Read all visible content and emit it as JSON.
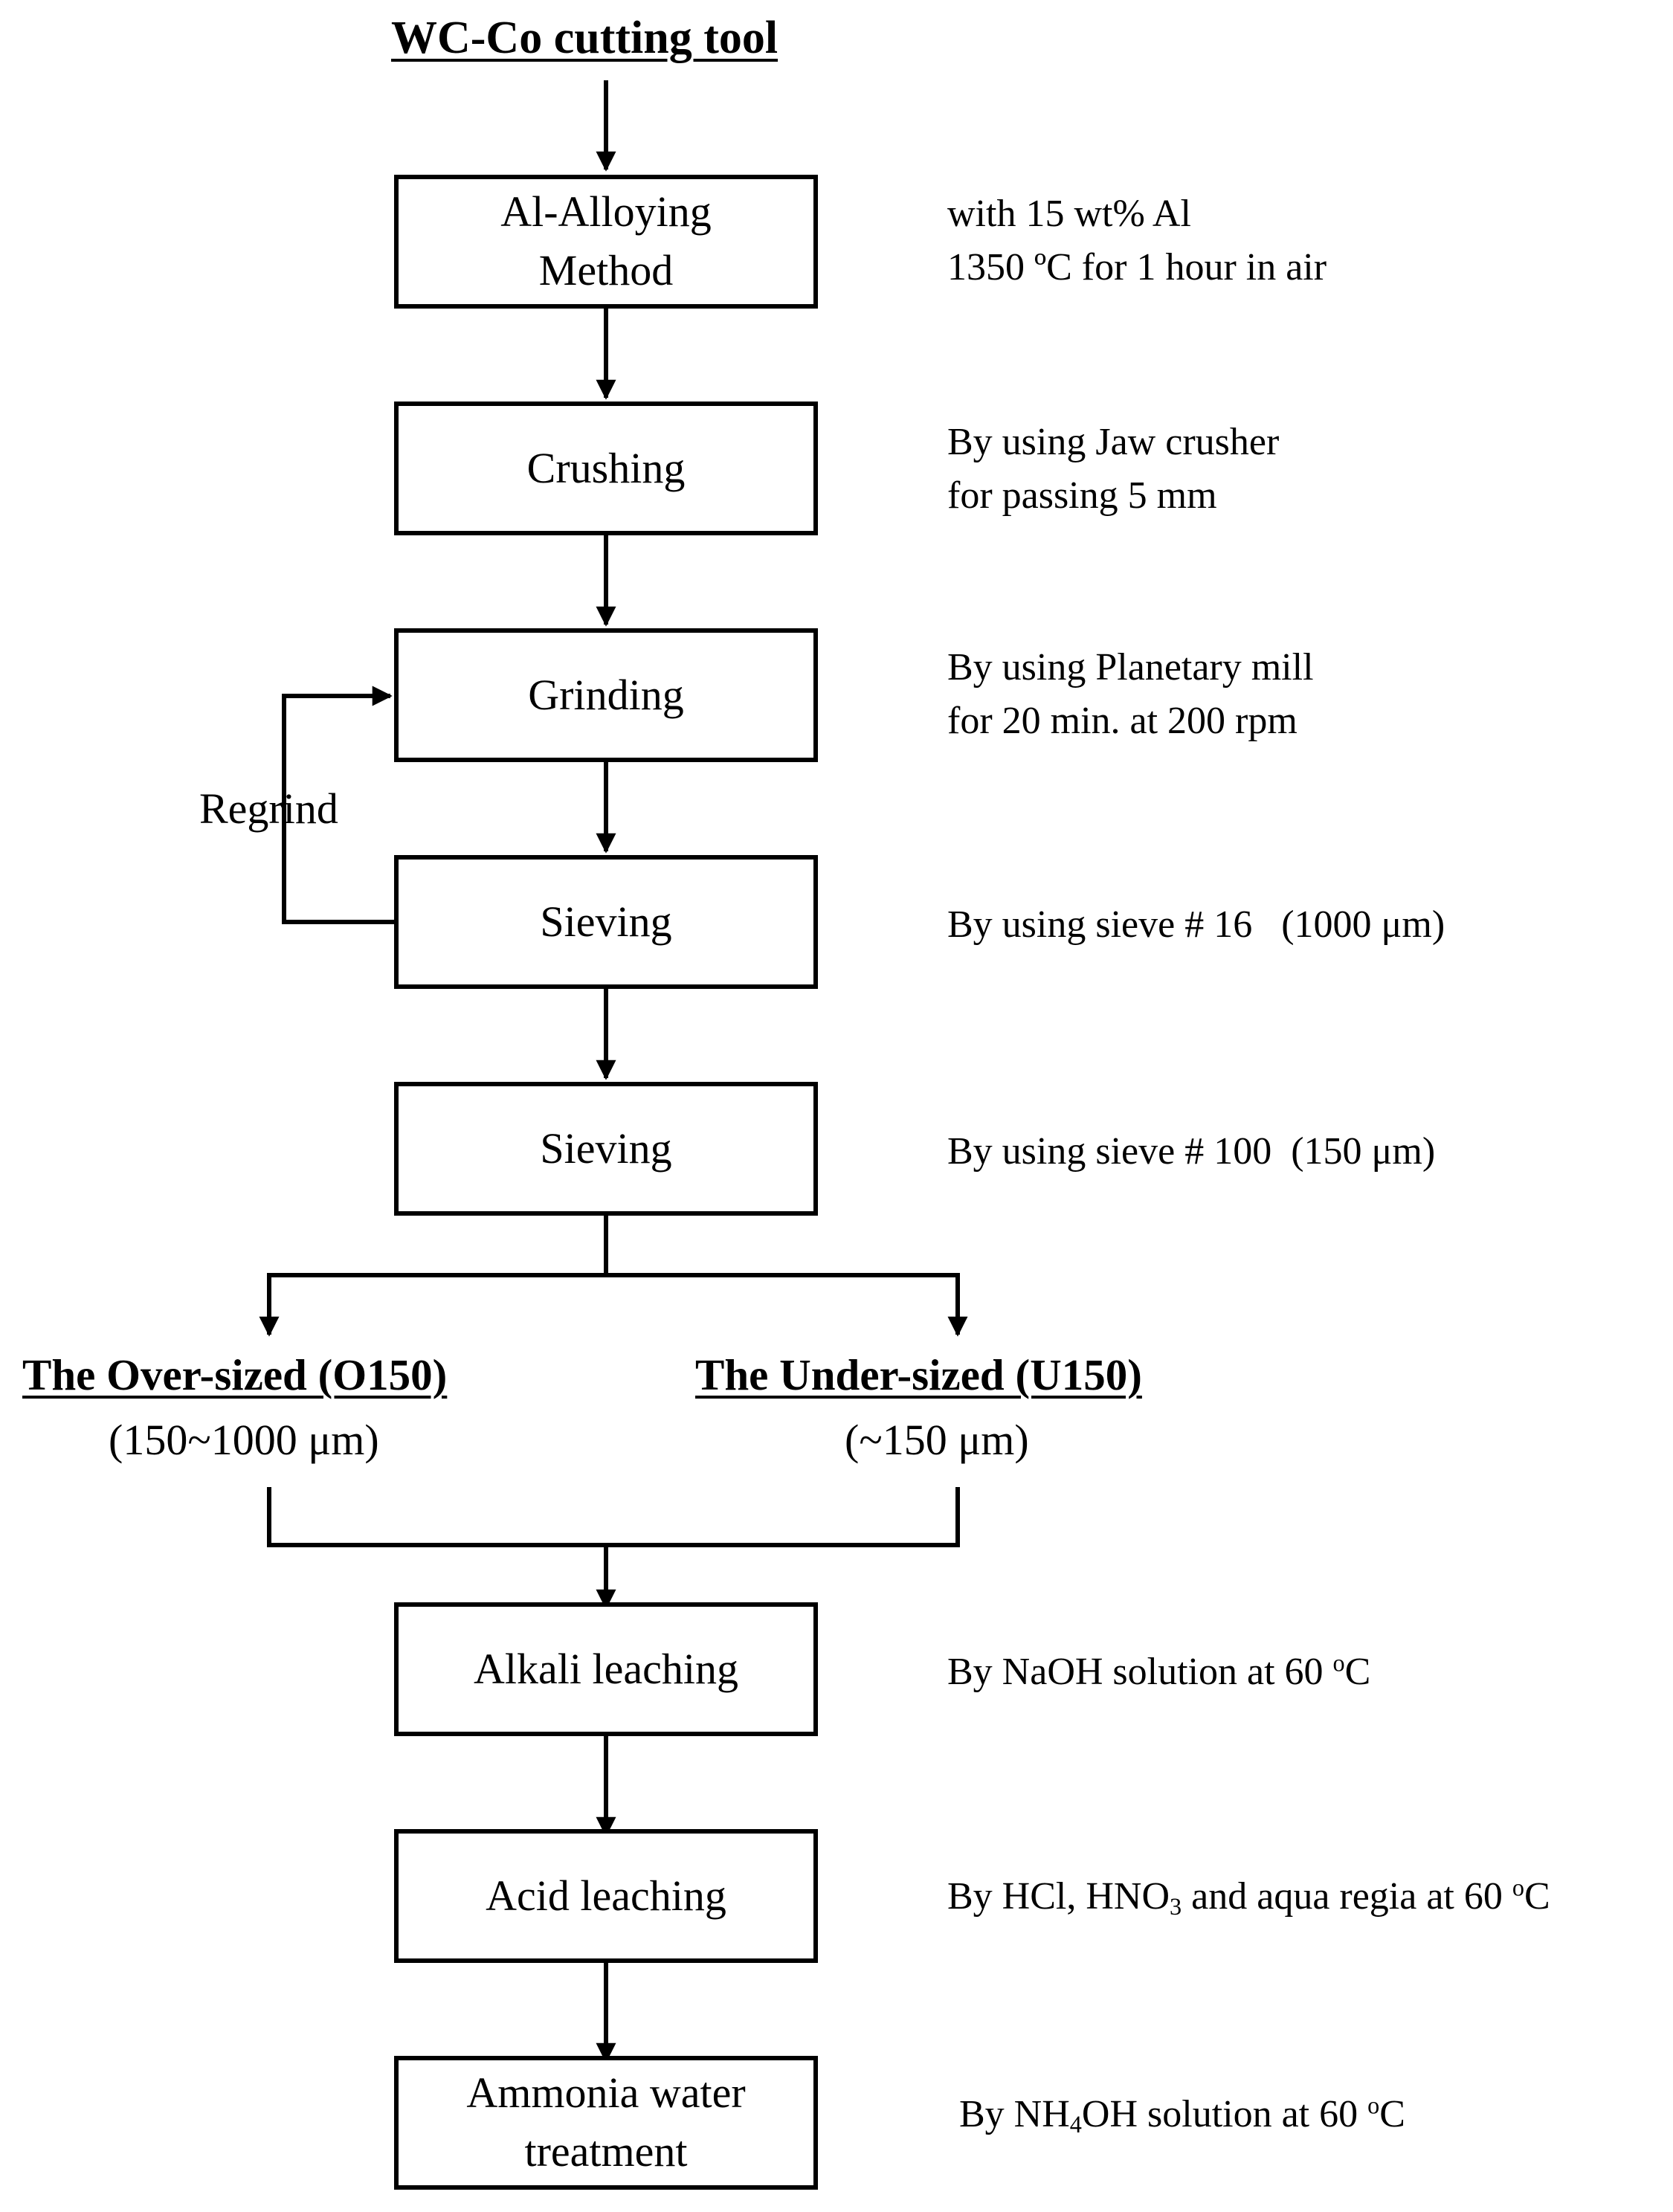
{
  "title": "WC-Co cutting tool",
  "steps": [
    {
      "lines": [
        "Al-Alloying",
        "Method"
      ],
      "note": [
        "with 15 wt% Al",
        "1350 ºC for 1 hour in air"
      ]
    },
    {
      "lines": [
        "Crushing"
      ],
      "note": [
        "By using Jaw crusher",
        "for passing 5 mm"
      ]
    },
    {
      "lines": [
        "Grinding"
      ],
      "note": [
        "By using Planetary mill",
        "for 20 min. at 200 rpm"
      ]
    },
    {
      "lines": [
        "Sieving"
      ],
      "note": [
        "By using sieve # 16   (1000 μm)"
      ]
    },
    {
      "lines": [
        "Sieving"
      ],
      "note": [
        "By using sieve # 100  (150 μm)"
      ]
    },
    {
      "lines": [
        "Alkali leaching"
      ],
      "note": [
        "By NaOH solution at 60 °C"
      ]
    },
    {
      "lines": [
        "Acid leaching"
      ],
      "note": [
        "By HCl, HNO3 and aqua regia at 60 °C"
      ]
    },
    {
      "lines": [
        "Ammonia water",
        "treatment"
      ],
      "note": [
        "By NH4OH solution at 60 °C"
      ]
    }
  ],
  "regrind_label": "Regrind",
  "branches": {
    "over": {
      "title": "The Over-sized (O150)",
      "range": "(150~1000 μm)"
    },
    "under": {
      "title": "The Under-sized (U150)",
      "range": "(~150 μm)"
    }
  }
}
